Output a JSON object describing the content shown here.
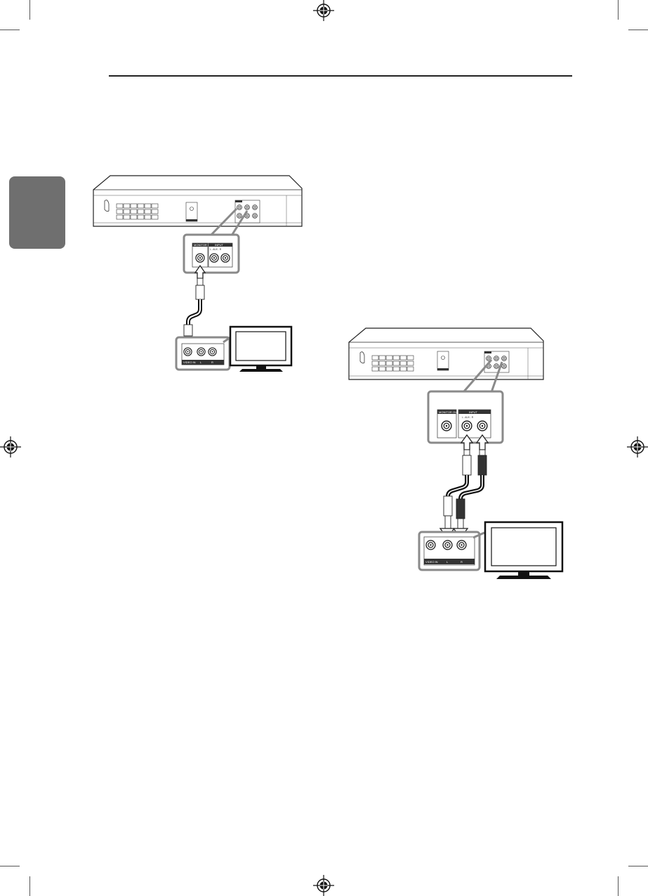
{
  "diagram1": {
    "dvd_label_monitor_out": "MONITOR OUT",
    "dvd_label_input": "INPUT",
    "dvd_label_aux": "L  -  AUX  -  R",
    "tv_label_video_in": "VIDEO IN",
    "tv_label_l": "L",
    "tv_label_r": "R"
  },
  "diagram2": {
    "dvd_label_monitor_out": "MONITOR OUT",
    "dvd_label_input": "INPUT",
    "dvd_label_aux": "L  -  AUX  -  R",
    "tv_label_video_in": "VIDEO IN",
    "tv_label_l": "L",
    "tv_label_r": "R"
  },
  "colors": {
    "side_tab": "#6f6f6f",
    "zoom_frame": "#8a8a8a",
    "ink": "#222222"
  }
}
